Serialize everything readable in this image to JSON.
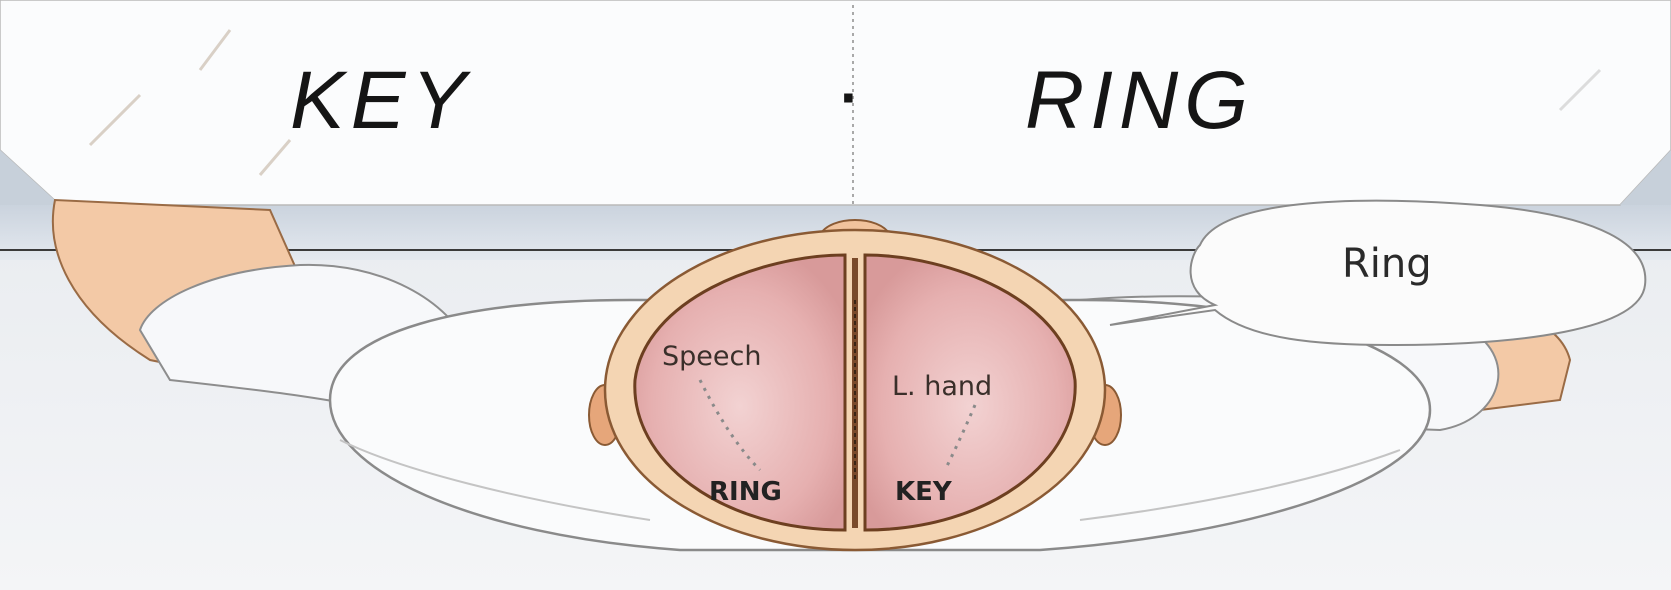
{
  "screen": {
    "left_word": "KEY",
    "separator": "·",
    "right_word": "RING"
  },
  "speech_bubble": {
    "text": "Ring"
  },
  "brain": {
    "left_hemisphere": {
      "function_label": "Speech",
      "seen_word": "RING"
    },
    "right_hemisphere": {
      "function_label": "L. hand",
      "seen_word": "KEY"
    }
  },
  "colors": {
    "hemisphere_fill": "#e8b4b4",
    "skull_outline": "#c98a55",
    "skin": "#f3c9a6",
    "table_blue": "#c9d3de",
    "screen_white": "#fbfcfd"
  }
}
